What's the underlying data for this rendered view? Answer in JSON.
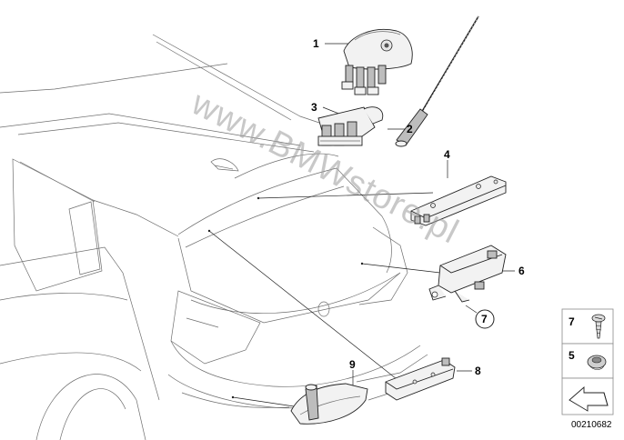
{
  "diagram": {
    "watermark": "www.BMWstore.pl",
    "document_number": "00210682",
    "callouts": [
      {
        "id": "1",
        "label": "1"
      },
      {
        "id": "2",
        "label": "2"
      },
      {
        "id": "3",
        "label": "3"
      },
      {
        "id": "4",
        "label": "4"
      },
      {
        "id": "6",
        "label": "6"
      },
      {
        "id": "7",
        "label": "7"
      },
      {
        "id": "9",
        "label": "9"
      },
      {
        "id": "8",
        "label": "8"
      }
    ],
    "side_panel": {
      "items": [
        {
          "label": "7",
          "icon": "screw-icon"
        },
        {
          "label": "5",
          "icon": "grommet-icon"
        }
      ],
      "nav_icon": "arrow-icon"
    }
  }
}
